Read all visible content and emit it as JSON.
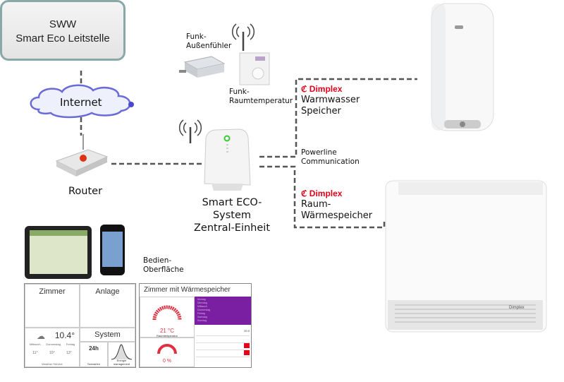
{
  "leitstelle": {
    "line1": "SWW",
    "line2": "Smart Eco Leitstelle"
  },
  "internet": "Internet",
  "router": "Router",
  "central": {
    "line1": "Smart ECO-System",
    "line2": "Zentral-Einheit"
  },
  "sensor_outdoor": {
    "line1": "Funk-",
    "line2": "Außenfühler"
  },
  "sensor_room": {
    "line1": "Funk-",
    "line2": "Raumtemperatur"
  },
  "powerline": {
    "line1": "Powerline",
    "line2": "Communication"
  },
  "boiler": {
    "brand": "Dimplex",
    "line1": "Warmwasser",
    "line2": "Speicher"
  },
  "heater": {
    "brand": "Dimplex",
    "line1": "Raum-",
    "line2": "Wärmespeicher",
    "badge": "Dimplex"
  },
  "ui_label": {
    "line1": "Bedien-",
    "line2": "Oberfläche"
  },
  "panel1": {
    "zimmer": "Zimmer",
    "anlage": "Anlage",
    "system": "System",
    "temp": "10.4°",
    "clock": "24h",
    "weather": "Weather Service",
    "szenarien": "Szenarien",
    "energy": "Energie management",
    "days": [
      "Mittwoch",
      "Donnerstag",
      "Freitag"
    ],
    "day_temps": [
      "11°",
      "10°",
      "13°"
    ]
  },
  "panel2": {
    "title": "Zimmer mit Wärmespeicher",
    "temp": "21 °C",
    "room_temp_label": "Raumtemperatur",
    "percent": "0 %",
    "week": [
      "Montag",
      "Dienstag",
      "Mittwoch",
      "Donnerstag",
      "Freitag",
      "Samstag",
      "Sonntag"
    ],
    "rows_value": "20.0"
  },
  "colors": {
    "accent_red": "#e2001a",
    "purple": "#7a1fa2",
    "border": "#8aa8a8",
    "line": "#555555"
  }
}
